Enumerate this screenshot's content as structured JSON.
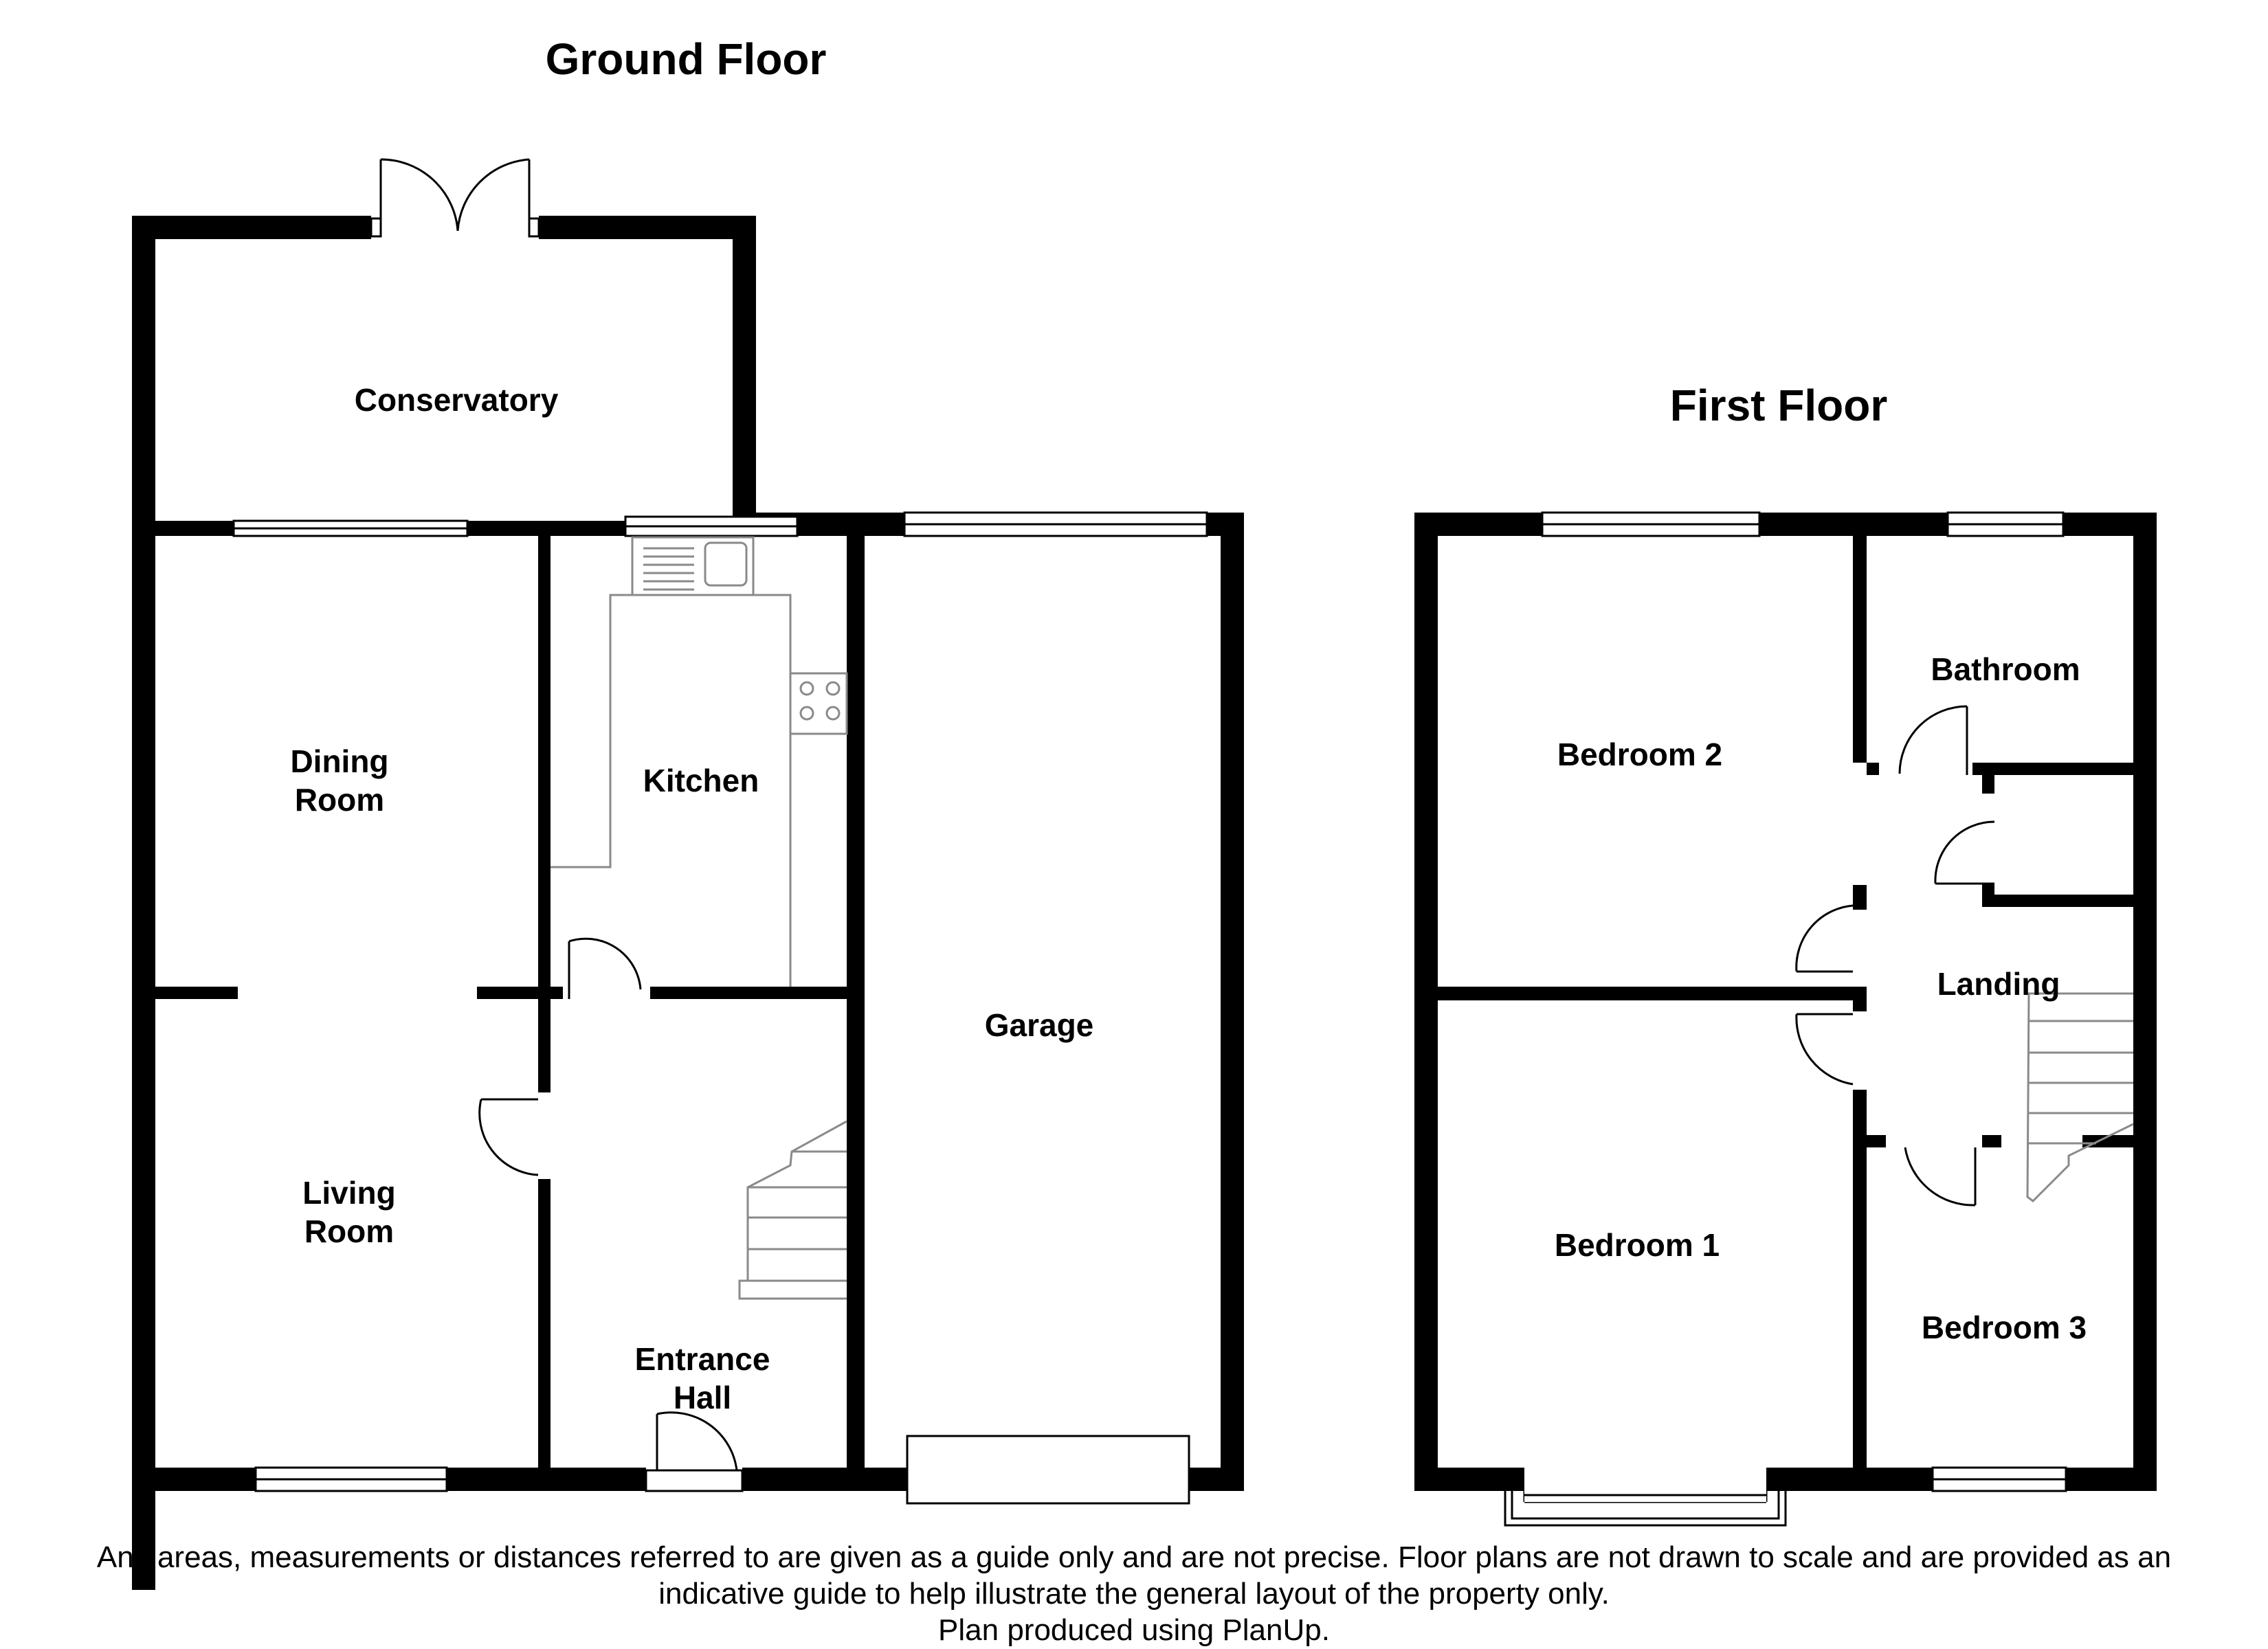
{
  "floors": {
    "ground": {
      "title": "Ground Floor",
      "rooms": {
        "conservatory": "Conservatory",
        "dining_room": [
          "Dining",
          "Room"
        ],
        "kitchen": "Kitchen",
        "garage": "Garage",
        "living_room": [
          "Living",
          "Room"
        ],
        "entrance_hall": [
          "Entrance",
          "Hall"
        ]
      }
    },
    "first": {
      "title": "First Floor",
      "rooms": {
        "bedroom_2": "Bedroom 2",
        "bathroom": "Bathroom",
        "landing": "Landing",
        "bedroom_1": "Bedroom 1",
        "bedroom_3": "Bedroom 3"
      }
    }
  },
  "disclaimer": {
    "line1": "Any areas, measurements or distances referred to are given as a guide only and are not precise. Floor plans are not drawn to scale and are provided as an",
    "line2": "indicative guide to help illustrate the general layout of the property only.",
    "line3": "Plan produced using PlanUp."
  },
  "colors": {
    "wall": "#000000",
    "background": "#ffffff",
    "fixture": "#8a8a8a"
  }
}
